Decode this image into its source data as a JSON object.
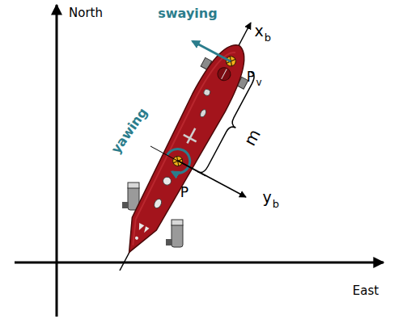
{
  "diagram": {
    "labels": [
      "North",
      "East",
      "swaying",
      "yawing",
      "x",
      "b",
      "y",
      "b",
      "P",
      "v",
      "P",
      "m"
    ]
  }
}
